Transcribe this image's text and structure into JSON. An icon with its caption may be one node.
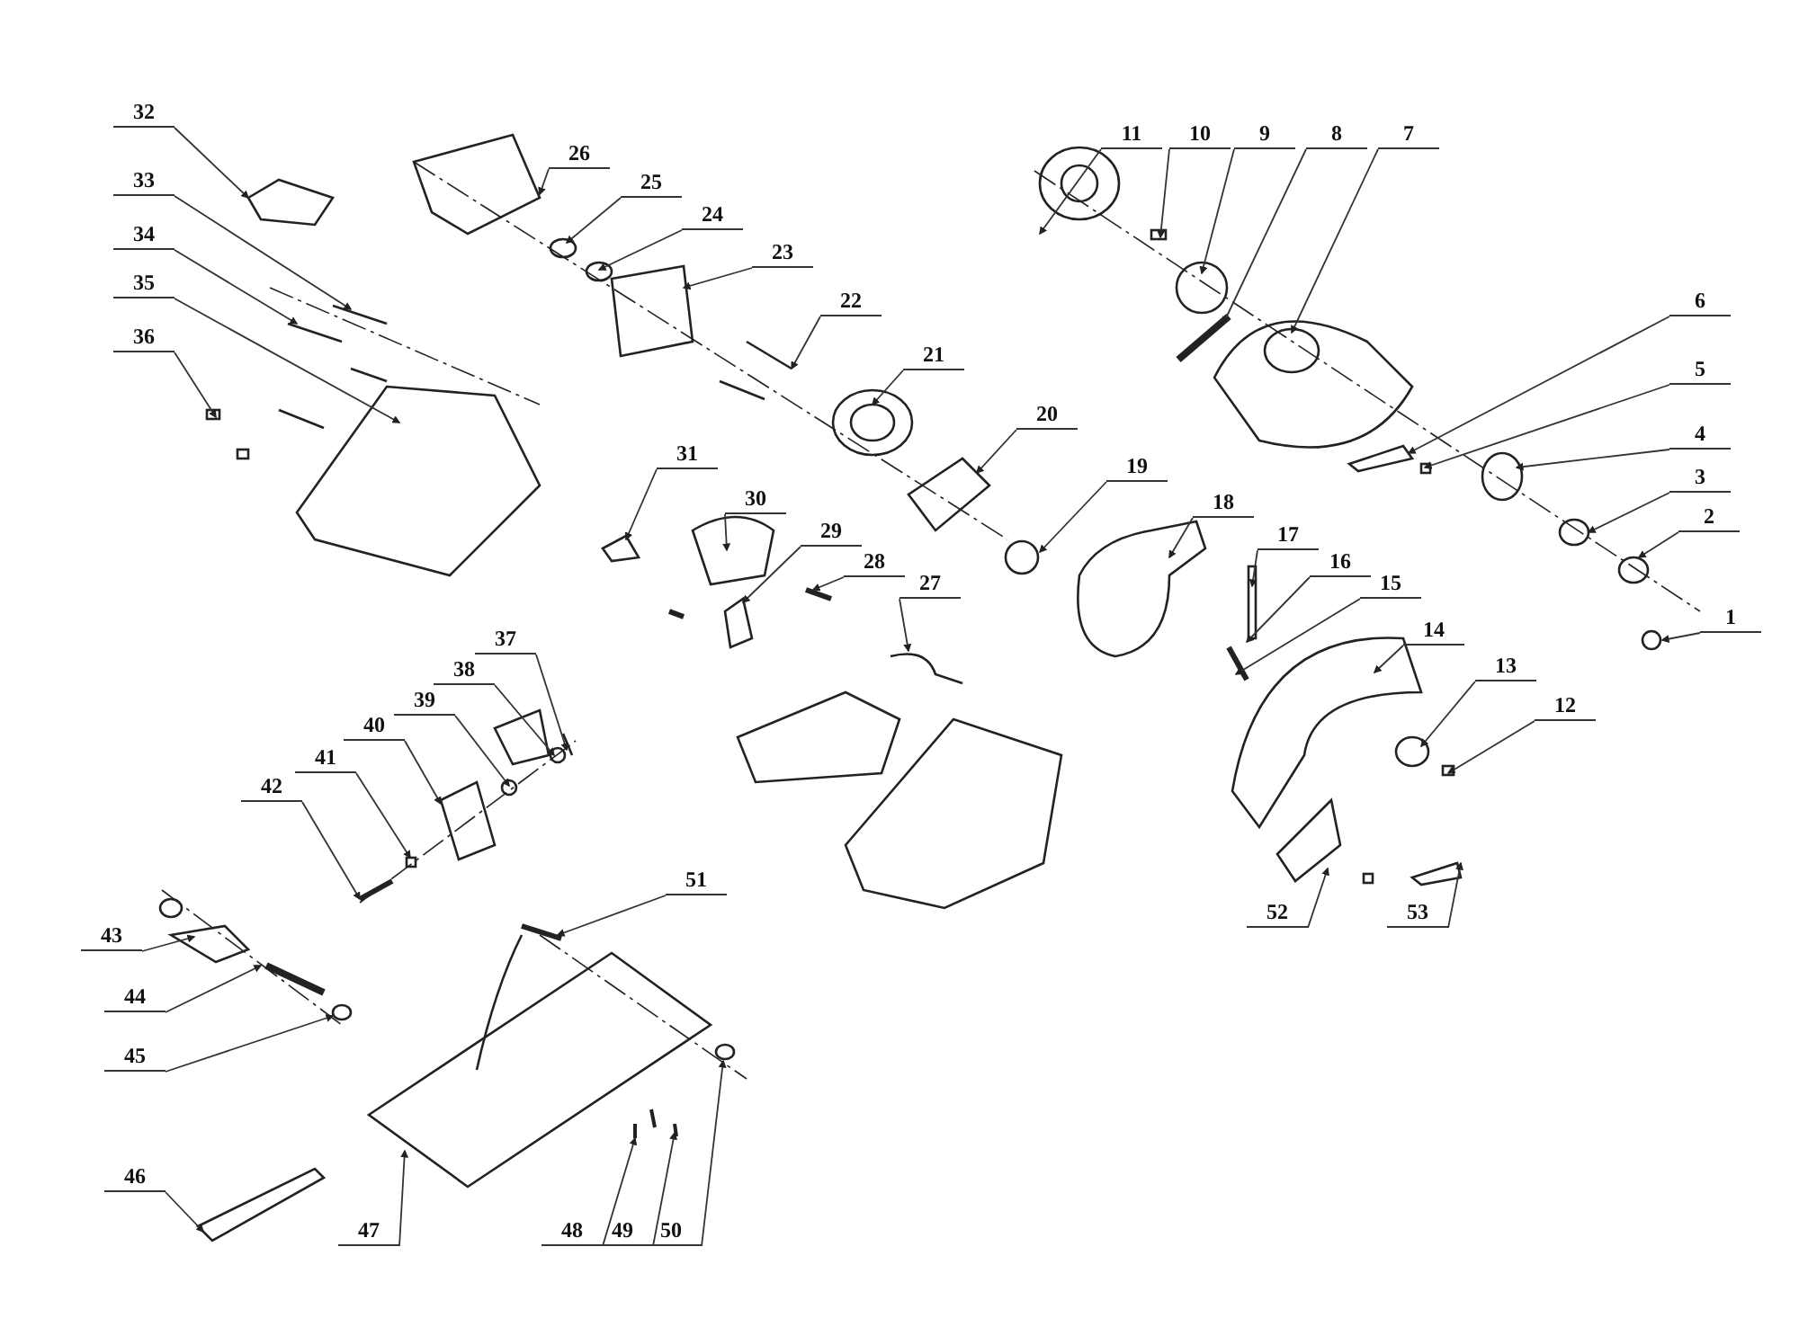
{
  "diagram": {
    "nodes": [
      {
        "text": [
          "1"
        ]
      },
      {
        "text": [
          "2"
        ]
      },
      {
        "text": [
          "3"
        ]
      },
      {
        "text": [
          "4"
        ]
      },
      {
        "text": [
          "5"
        ]
      },
      {
        "text": [
          "6"
        ]
      },
      {
        "text": [
          "7"
        ]
      },
      {
        "text": [
          "8"
        ]
      },
      {
        "text": [
          "9"
        ]
      },
      {
        "text": [
          "10"
        ]
      },
      {
        "text": [
          "11"
        ]
      },
      {
        "text": [
          "12"
        ]
      },
      {
        "text": [
          "13"
        ]
      },
      {
        "text": [
          "14"
        ]
      },
      {
        "text": [
          "15"
        ]
      },
      {
        "text": [
          "16"
        ]
      },
      {
        "text": [
          "17"
        ]
      },
      {
        "text": [
          "18"
        ]
      },
      {
        "text": [
          "19"
        ]
      },
      {
        "text": [
          "20"
        ]
      },
      {
        "text": [
          "21"
        ]
      },
      {
        "text": [
          "22"
        ]
      },
      {
        "text": [
          "23"
        ]
      },
      {
        "text": [
          "24"
        ]
      },
      {
        "text": [
          "25"
        ]
      },
      {
        "text": [
          "26"
        ]
      },
      {
        "text": [
          "27"
        ]
      },
      {
        "text": [
          "28"
        ]
      },
      {
        "text": [
          "29"
        ]
      },
      {
        "text": [
          "30"
        ]
      },
      {
        "text": [
          "31"
        ]
      },
      {
        "text": [
          "32"
        ]
      },
      {
        "text": [
          "33"
        ]
      },
      {
        "text": [
          "34"
        ]
      },
      {
        "text": [
          "35"
        ]
      },
      {
        "text": [
          "36"
        ]
      },
      {
        "text": [
          "37"
        ]
      },
      {
        "text": [
          "38"
        ]
      },
      {
        "text": [
          "39"
        ]
      },
      {
        "text": [
          "40"
        ]
      },
      {
        "text": [
          "41"
        ]
      },
      {
        "text": [
          "42"
        ]
      },
      {
        "text": [
          "43"
        ]
      },
      {
        "text": [
          "44"
        ]
      },
      {
        "text": [
          "45"
        ]
      },
      {
        "text": [
          "46"
        ]
      },
      {
        "text": [
          "47"
        ]
      },
      {
        "text": [
          "48"
        ]
      },
      {
        "text": [
          "49"
        ]
      },
      {
        "text": [
          "50"
        ]
      },
      {
        "text": [
          "51"
        ]
      },
      {
        "text": [
          "52"
        ]
      },
      {
        "text": [
          "53"
        ]
      }
    ],
    "edges": [
      {
        "from": 0,
        "to": null,
        "arrow": "to"
      },
      {
        "from": 1,
        "to": null,
        "arrow": "to"
      },
      {
        "from": 2,
        "to": null,
        "arrow": "to"
      },
      {
        "from": 3,
        "to": null,
        "arrow": "to"
      },
      {
        "from": 4,
        "to": null,
        "arrow": "to"
      },
      {
        "from": 5,
        "to": null,
        "arrow": "to"
      },
      {
        "from": 6,
        "to": null,
        "arrow": "to"
      },
      {
        "from": 7,
        "to": null,
        "arrow": "to"
      },
      {
        "from": 8,
        "to": null,
        "arrow": "to"
      },
      {
        "from": 9,
        "to": null,
        "arrow": "to"
      },
      {
        "from": 10,
        "to": null,
        "arrow": "to"
      },
      {
        "from": 11,
        "to": null,
        "arrow": "to"
      },
      {
        "from": 12,
        "to": null,
        "arrow": "to"
      },
      {
        "from": 13,
        "to": null,
        "arrow": "to"
      },
      {
        "from": 14,
        "to": null,
        "arrow": "to"
      },
      {
        "from": 15,
        "to": null,
        "arrow": "to"
      },
      {
        "from": 16,
        "to": null,
        "arrow": "to"
      },
      {
        "from": 17,
        "to": null,
        "arrow": "to"
      },
      {
        "from": 18,
        "to": null,
        "arrow": "to"
      },
      {
        "from": 19,
        "to": null,
        "arrow": "to"
      },
      {
        "from": 20,
        "to": null,
        "arrow": "to"
      },
      {
        "from": 21,
        "to": null,
        "arrow": "to"
      },
      {
        "from": 22,
        "to": null,
        "arrow": "to"
      },
      {
        "from": 23,
        "to": null,
        "arrow": "to"
      },
      {
        "from": 24,
        "to": null,
        "arrow": "to"
      },
      {
        "from": 25,
        "to": null,
        "arrow": "to"
      },
      {
        "from": 26,
        "to": null,
        "arrow": "to"
      },
      {
        "from": 27,
        "to": null,
        "arrow": "to"
      },
      {
        "from": 28,
        "to": null,
        "arrow": "to"
      },
      {
        "from": 29,
        "to": null,
        "arrow": "to"
      },
      {
        "from": 30,
        "to": null,
        "arrow": "to"
      },
      {
        "from": 31,
        "to": null,
        "arrow": "to"
      },
      {
        "from": 32,
        "to": null,
        "arrow": "to"
      },
      {
        "from": 33,
        "to": null,
        "arrow": "to"
      },
      {
        "from": 34,
        "to": null,
        "arrow": "to"
      },
      {
        "from": 35,
        "to": null,
        "arrow": "to"
      },
      {
        "from": 36,
        "to": null,
        "arrow": "to"
      },
      {
        "from": 37,
        "to": null,
        "arrow": "to"
      },
      {
        "from": 38,
        "to": null,
        "arrow": "to"
      },
      {
        "from": 39,
        "to": null,
        "arrow": "to"
      },
      {
        "from": 40,
        "to": null,
        "arrow": "to"
      },
      {
        "from": 41,
        "to": null,
        "arrow": "to"
      },
      {
        "from": 42,
        "to": null,
        "arrow": "to"
      },
      {
        "from": 43,
        "to": null,
        "arrow": "to"
      },
      {
        "from": 44,
        "to": null,
        "arrow": "to"
      },
      {
        "from": 45,
        "to": null,
        "arrow": "to"
      },
      {
        "from": 46,
        "to": null,
        "arrow": "to"
      },
      {
        "from": 47,
        "to": null,
        "arrow": "to"
      },
      {
        "from": 48,
        "to": null,
        "arrow": "to"
      },
      {
        "from": 49,
        "to": null,
        "arrow": "to"
      },
      {
        "from": 50,
        "to": null,
        "arrow": "to"
      },
      {
        "from": 51,
        "to": null,
        "arrow": "to"
      },
      {
        "from": 52,
        "to": null,
        "arrow": "to"
      }
    ]
  }
}
